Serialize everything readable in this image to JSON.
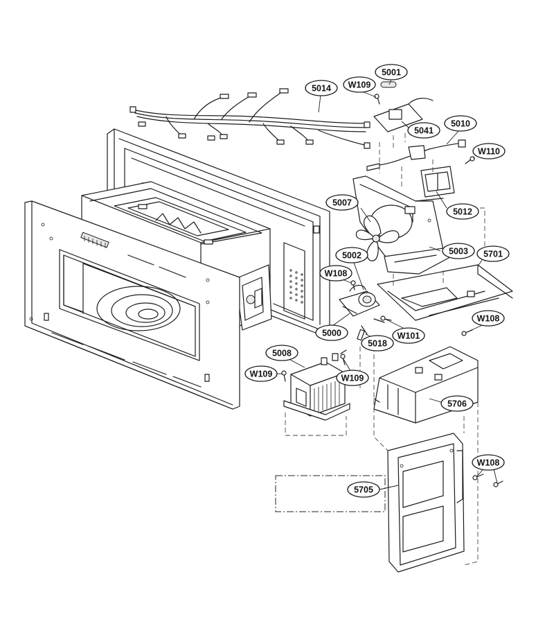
{
  "callouts": [
    {
      "id": "c5001",
      "label": "5001"
    },
    {
      "id": "c5014",
      "label": "5014"
    },
    {
      "id": "cw109a",
      "label": "W109"
    },
    {
      "id": "c5041",
      "label": "5041"
    },
    {
      "id": "c5010",
      "label": "5010"
    },
    {
      "id": "cw110",
      "label": "W110"
    },
    {
      "id": "c5007",
      "label": "5007"
    },
    {
      "id": "c5012",
      "label": "5012"
    },
    {
      "id": "c5002",
      "label": "5002"
    },
    {
      "id": "c5003",
      "label": "5003"
    },
    {
      "id": "c5701",
      "label": "5701"
    },
    {
      "id": "cw108a",
      "label": "W108"
    },
    {
      "id": "cw108b",
      "label": "W108"
    },
    {
      "id": "c5000",
      "label": "5000"
    },
    {
      "id": "cw101",
      "label": "W101"
    },
    {
      "id": "c5018",
      "label": "5018"
    },
    {
      "id": "c5008",
      "label": "5008"
    },
    {
      "id": "cw109b",
      "label": "W109"
    },
    {
      "id": "cw109c",
      "label": "W109"
    },
    {
      "id": "c5706",
      "label": "5706"
    },
    {
      "id": "cw108c",
      "label": "W108"
    },
    {
      "id": "c5705",
      "label": "5705"
    }
  ]
}
